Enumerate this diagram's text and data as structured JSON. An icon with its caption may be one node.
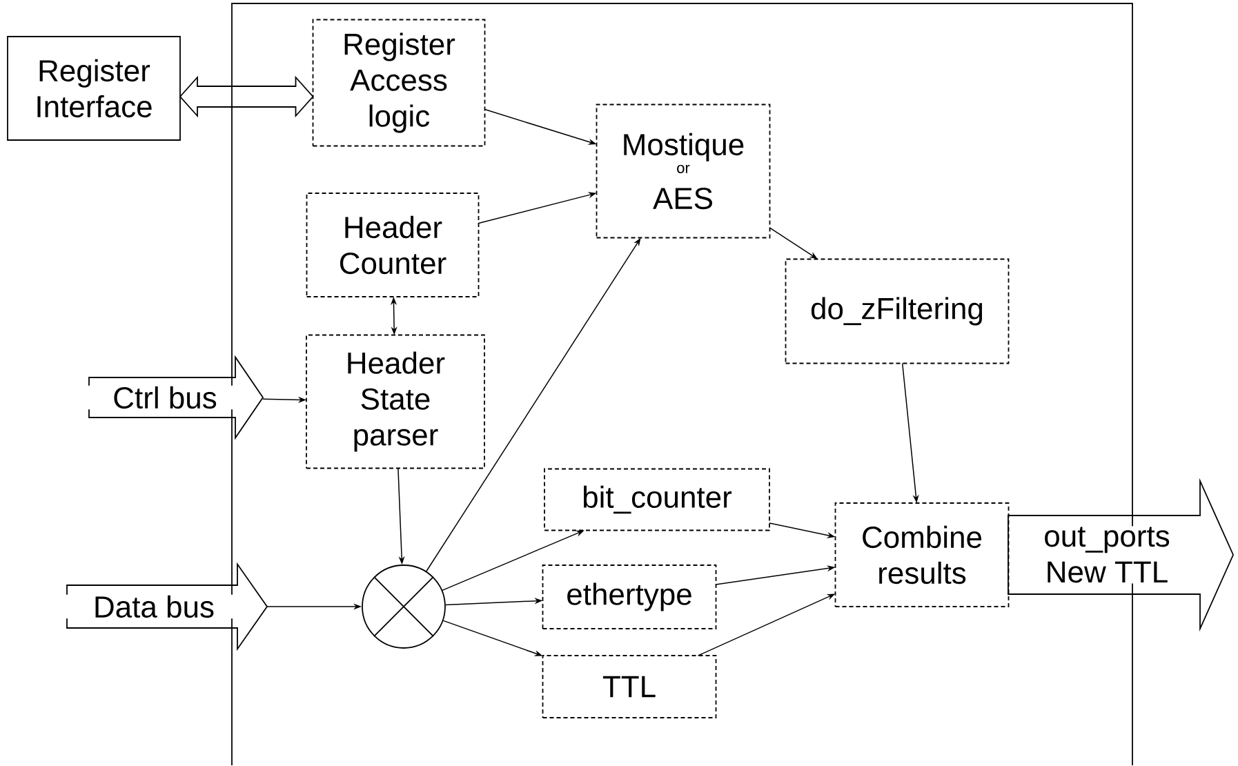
{
  "diagram": {
    "nodes": [
      {
        "text": [],
        "shape": "box"
      },
      {
        "text": [
          "Register Interface"
        ]
      },
      {
        "text": [
          "Register Access logic"
        ],
        "in": 0
      },
      {
        "text": [
          "Mostique",
          "or",
          "AES"
        ],
        "in": 0
      },
      {
        "text": [
          "Header Counter"
        ],
        "in": 0
      },
      {
        "text": [
          "do_zFiltering"
        ],
        "in": 0
      },
      {
        "text": [
          "Ctrl bus"
        ]
      },
      {
        "text": [
          "Header State parser"
        ],
        "in": 0
      },
      {
        "text": [
          "Data bus"
        ]
      },
      {
        "text": [],
        "shape": "circle",
        "in": 0
      },
      {
        "text": [
          "bit_counter"
        ],
        "in": 0
      },
      {
        "text": [
          "Combine results"
        ],
        "in": 0
      },
      {
        "text": [
          "out_ports New TTL"
        ]
      },
      {
        "text": [
          "ethertype"
        ],
        "in": 0
      },
      {
        "text": [
          "TTL"
        ],
        "in": 0
      }
    ],
    "edges": [
      {
        "from": 1,
        "to": 2,
        "arrow": "both",
        "style": "thick"
      },
      {
        "from": 2,
        "to": 3,
        "arrow": "to"
      },
      {
        "from": 4,
        "to": 3,
        "arrow": "to"
      },
      {
        "from": 4,
        "to": 7,
        "arrow": "both"
      },
      {
        "from": 6,
        "to": 7,
        "arrow": "to"
      },
      {
        "from": 7,
        "to": 9,
        "arrow": "to"
      },
      {
        "from": 8,
        "to": 9,
        "arrow": "to"
      },
      {
        "from": 9,
        "to": 3,
        "arrow": "to"
      },
      {
        "from": 9,
        "to": 10,
        "arrow": "to"
      },
      {
        "from": 9,
        "to": 13,
        "arrow": "to"
      },
      {
        "from": 9,
        "to": 14,
        "arrow": "to"
      },
      {
        "from": 3,
        "to": 5,
        "arrow": "to"
      },
      {
        "from": 5,
        "to": 11,
        "arrow": "to"
      },
      {
        "from": 10,
        "to": 11,
        "arrow": "to"
      },
      {
        "from": 13,
        "to": 11,
        "arrow": "to"
      },
      {
        "from": 14,
        "to": 11,
        "arrow": "to"
      }
    ]
  }
}
